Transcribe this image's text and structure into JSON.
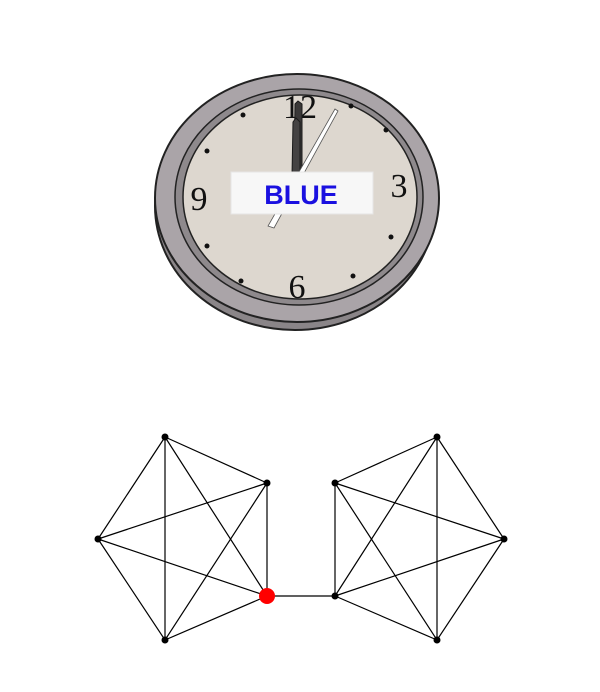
{
  "clock": {
    "numerals": {
      "twelve": "12",
      "three": "3",
      "six": "6",
      "nine": "9"
    },
    "word": "BLUE",
    "word_color": "#1a10e0",
    "time": {
      "hour": 12,
      "minute": 0,
      "second": 4
    },
    "colors": {
      "rim_outer": "#a9a3a7",
      "rim_inner": "#8f8a8d",
      "face": "#ddd7cf",
      "label_bg": "#f7f7f7"
    }
  },
  "graph": {
    "node_color": "#000000",
    "highlight_color": "#ff0000",
    "edge_color": "#000000",
    "left_cluster": [
      "L1",
      "L2",
      "L3",
      "L4",
      "L5"
    ],
    "right_cluster": [
      "R1",
      "R2",
      "R3",
      "R4",
      "R5"
    ],
    "bridge": [
      "L4",
      "R4"
    ],
    "highlighted_node": "L4"
  }
}
